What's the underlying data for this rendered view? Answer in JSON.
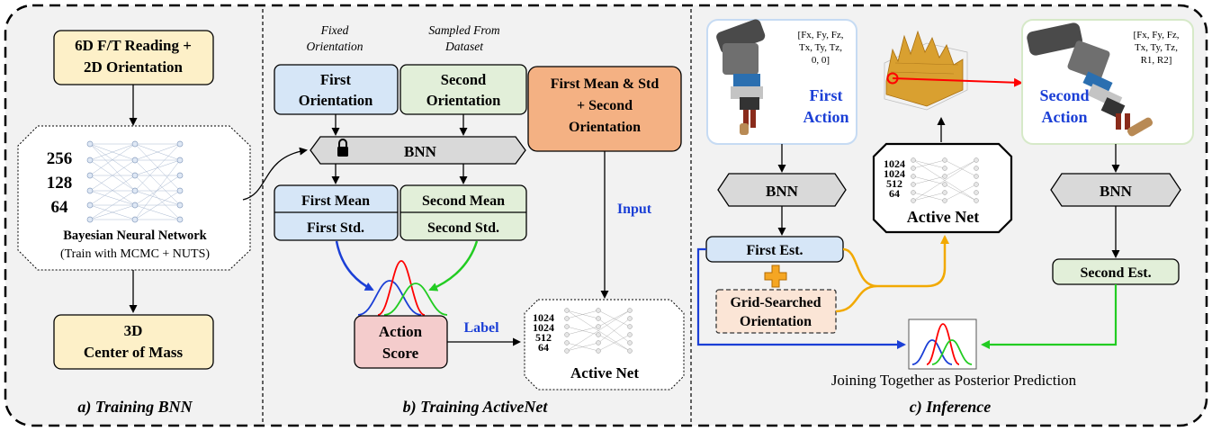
{
  "panel_a": {
    "caption": "a) Training BNN",
    "input_box": [
      "6D F/T Reading +",
      "2D Orientation"
    ],
    "layer_sizes": [
      "256",
      "128",
      "64"
    ],
    "bnn_title": "Bayesian Neural Network",
    "bnn_subtitle": "(Train with MCMC + NUTS)",
    "output_box": [
      "3D",
      "Center of Mass"
    ]
  },
  "panel_b": {
    "caption": "b) Training ActiveNet",
    "fixed_label": [
      "Fixed",
      "Orientation"
    ],
    "sampled_label": [
      "Sampled From",
      "Dataset"
    ],
    "first_orientation": [
      "First",
      "Orientation"
    ],
    "second_orientation": [
      "Second",
      "Orientation"
    ],
    "bnn": "BNN",
    "first_mean": "First Mean",
    "first_std": "First Std.",
    "second_mean": "Second Mean",
    "second_std": "Second Std.",
    "action_score": [
      "Action",
      "Score"
    ],
    "label_text": "Label",
    "input_box": [
      "First Mean & Std",
      "+ Second",
      "Orientation"
    ],
    "input_text": "Input",
    "active_layers": [
      "1024",
      "1024",
      "512",
      "64"
    ],
    "active_net": "Active Net"
  },
  "panel_c": {
    "caption": "c) Inference",
    "first_vector": [
      "[Fx, Fy, Fz,",
      "Tx, Ty, Tz,",
      "0, 0]"
    ],
    "first_action": [
      "First",
      "Action"
    ],
    "second_vector": [
      "[Fx, Fy, Fz,",
      "Tx, Ty, Tz,",
      "R1, R2]"
    ],
    "second_action": [
      "Second",
      "Action"
    ],
    "bnn_left": "BNN",
    "bnn_right": "BNN",
    "first_est": "First Est.",
    "grid_searched": [
      "Grid-Searched",
      "Orientation"
    ],
    "active_layers": [
      "1024",
      "1024",
      "512",
      "64"
    ],
    "active_net": "Active Net",
    "second_est": "Second Est.",
    "joining": "Joining Together as Posterior Prediction"
  },
  "colors": {
    "yellow_fill": "#fdf0c8",
    "blue_fill": "#d6e6f7",
    "green_fill": "#e2efd9",
    "orange_fill": "#f4b183",
    "pink_fill": "#f4cccc",
    "gray_fill": "#d9d9d9",
    "accent_blue": "#1b3fd6",
    "curve_red": "#ff0000",
    "curve_green": "#22cc22",
    "arrow_orange": "#f2a900"
  }
}
